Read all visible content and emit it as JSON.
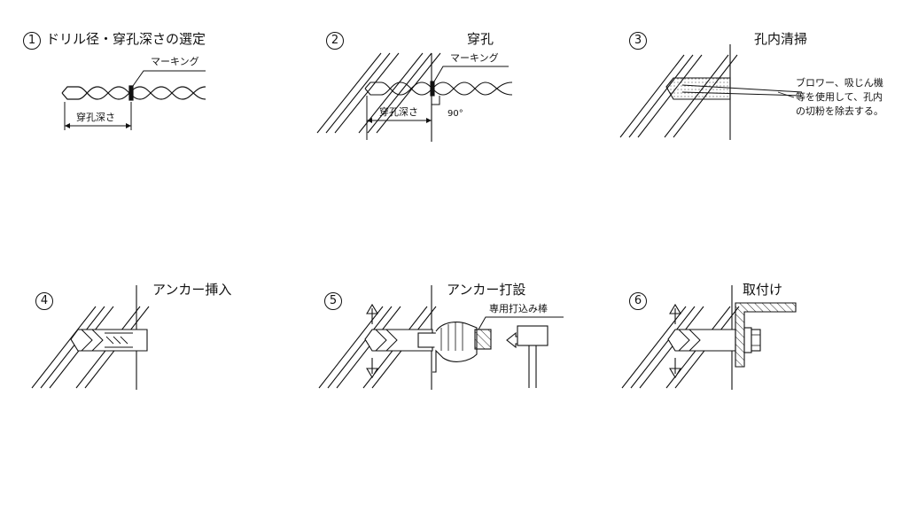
{
  "steps": [
    {
      "num": "1",
      "title": "ドリル径・穿孔深さの選定",
      "marking": "マーキング",
      "depth": "穿孔深さ"
    },
    {
      "num": "2",
      "title": "穿孔",
      "marking": "マーキング",
      "depth": "穿孔深さ",
      "angle": "90°"
    },
    {
      "num": "3",
      "title": "孔内清掃",
      "note": "ブロワー、吸じん機\n等を使用して、孔内\nの切粉を除去する。"
    },
    {
      "num": "4",
      "title": "アンカー挿入"
    },
    {
      "num": "5",
      "title": "アンカー打設",
      "tool": "専用打込み棒"
    },
    {
      "num": "6",
      "title": "取付け"
    }
  ]
}
